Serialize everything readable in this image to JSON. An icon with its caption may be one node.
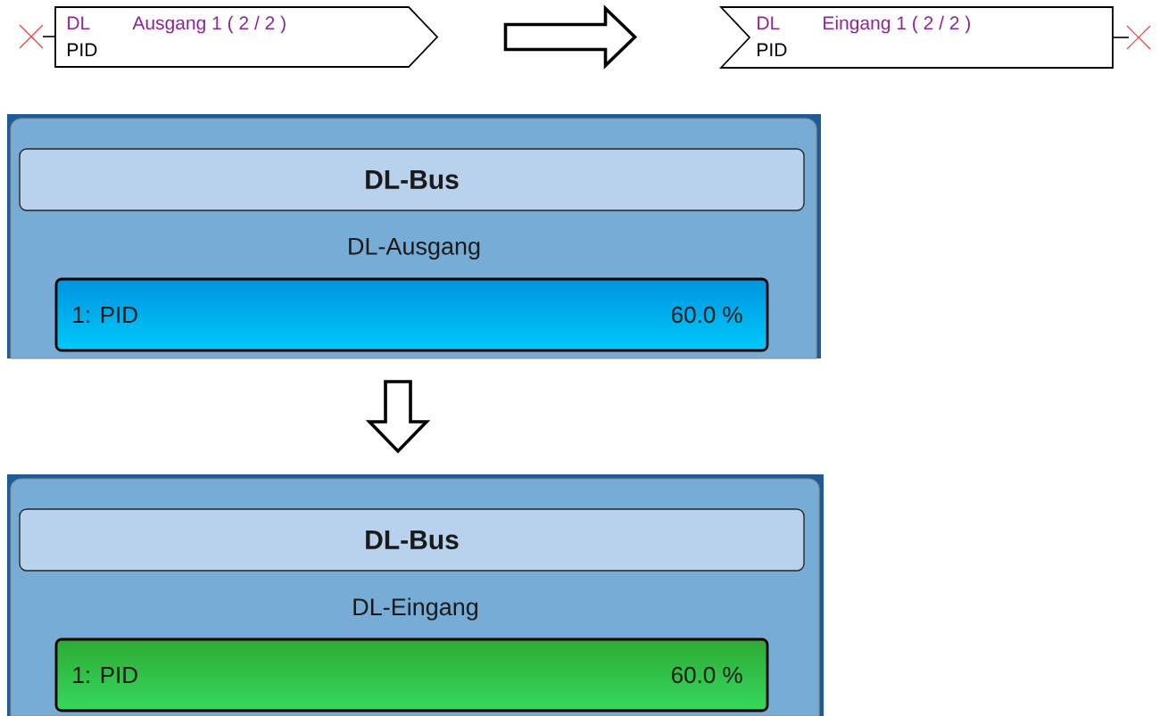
{
  "diagram": {
    "nodes": [
      {
        "text": [
          "DL",
          "Ausgang 1 ( 2 / 2 )",
          "PID"
        ]
      },
      {
        "text": [
          "DL",
          "Eingang 1 ( 2 / 2 )",
          "PID"
        ]
      },
      {
        "text": [
          "DL-Ausgang"
        ]
      },
      {
        "text": [
          "DL-Bus"
        ],
        "in": 2
      },
      {
        "text": [
          "1: PID",
          "60.0 %"
        ],
        "in": 2
      },
      {
        "text": [
          "DL-Eingang"
        ]
      },
      {
        "text": [
          "DL-Bus"
        ],
        "in": 5
      },
      {
        "text": [
          "1: PID",
          "60.0 %"
        ],
        "in": 5
      }
    ],
    "edges": [
      {
        "from": 0,
        "to": 1,
        "arrow": "to"
      },
      {
        "from": 2,
        "to": 5,
        "arrow": "to"
      }
    ]
  }
}
